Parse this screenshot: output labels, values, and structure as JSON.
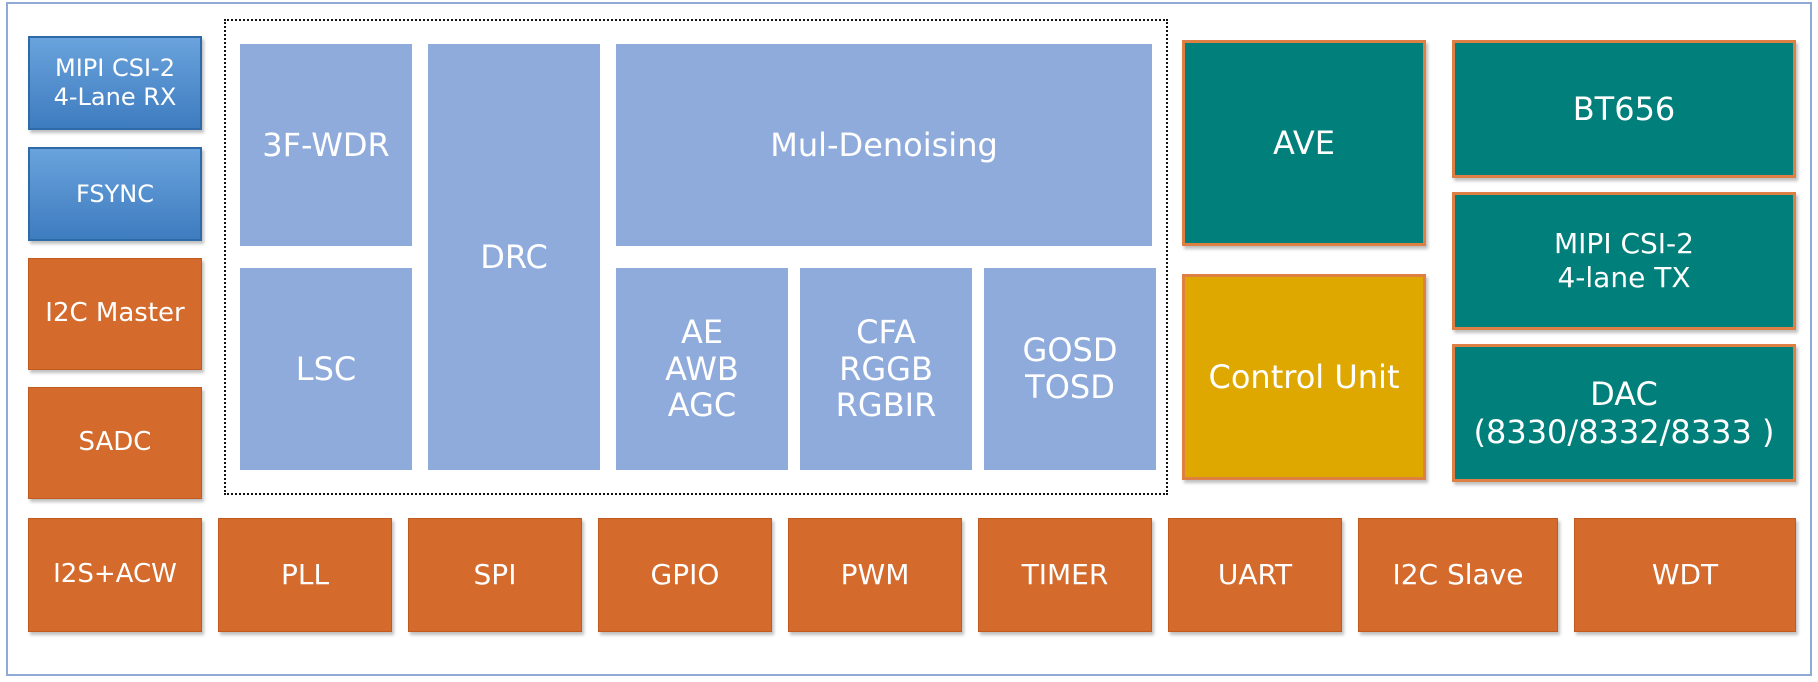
{
  "left_column": [
    {
      "id": "mipi-rx",
      "label": "MIPI CSI-2\n4-Lane RX"
    },
    {
      "id": "fsync",
      "label": "FSYNC"
    },
    {
      "id": "i2c-master",
      "label": "I2C Master"
    },
    {
      "id": "sadc",
      "label": "SADC"
    }
  ],
  "isp": {
    "wdr": "3F-WDR",
    "lsc": "LSC",
    "drc": "DRC",
    "denoise": "Mul-Denoising",
    "ae": "AE\nAWB\nAGC",
    "cfa": "CFA\nRGGB\nRGBIR",
    "osd": "GOSD\nTOSD"
  },
  "ave": "AVE",
  "control_unit": "Control Unit",
  "right_column": {
    "bt656": "BT656",
    "mipi_tx": "MIPI CSI-2\n4-lane TX",
    "dac": "DAC\n(8330/8332/8333 )"
  },
  "bottom_row": [
    "I2S+ACW",
    "PLL",
    "SPI",
    "GPIO",
    "PWM",
    "TIMER",
    "UART",
    "I2C Slave",
    "WDT"
  ],
  "colors": {
    "blue": "#4a8bd0",
    "orange": "#d46a2b",
    "lavender": "#8eabdc",
    "teal": "#007f7b",
    "gold": "#dfa800",
    "accent_border": "#de7f43"
  }
}
